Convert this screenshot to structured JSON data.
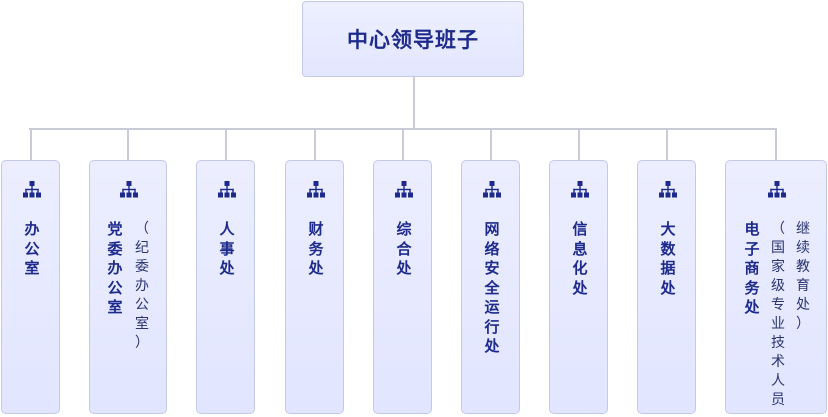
{
  "chart_data": {
    "type": "org-chart",
    "root": {
      "label": "中心领导班子"
    },
    "departments": [
      {
        "id": "d1",
        "label": "办公室"
      },
      {
        "id": "d2",
        "label": "党委办公室",
        "sublabel": "（纪委办公室）"
      },
      {
        "id": "d3",
        "label": "人事处"
      },
      {
        "id": "d4",
        "label": "财务处"
      },
      {
        "id": "d5",
        "label": "综合处"
      },
      {
        "id": "d6",
        "label": "网络安全运行处"
      },
      {
        "id": "d7",
        "label": "信息化处"
      },
      {
        "id": "d8",
        "label": "大数据处"
      },
      {
        "id": "d9",
        "label": "电子商务处",
        "sublabel": "（国家级专业技术人员",
        "sublabel2": "继续教育处）"
      }
    ]
  },
  "colors": {
    "box_fill": "#e6e9ff",
    "box_border": "#c3cae8",
    "text": "#1d2a8c",
    "connector": "#c9cbd6",
    "icon": "#1d2a8c"
  },
  "icons": {
    "department": "org-structure-icon"
  }
}
